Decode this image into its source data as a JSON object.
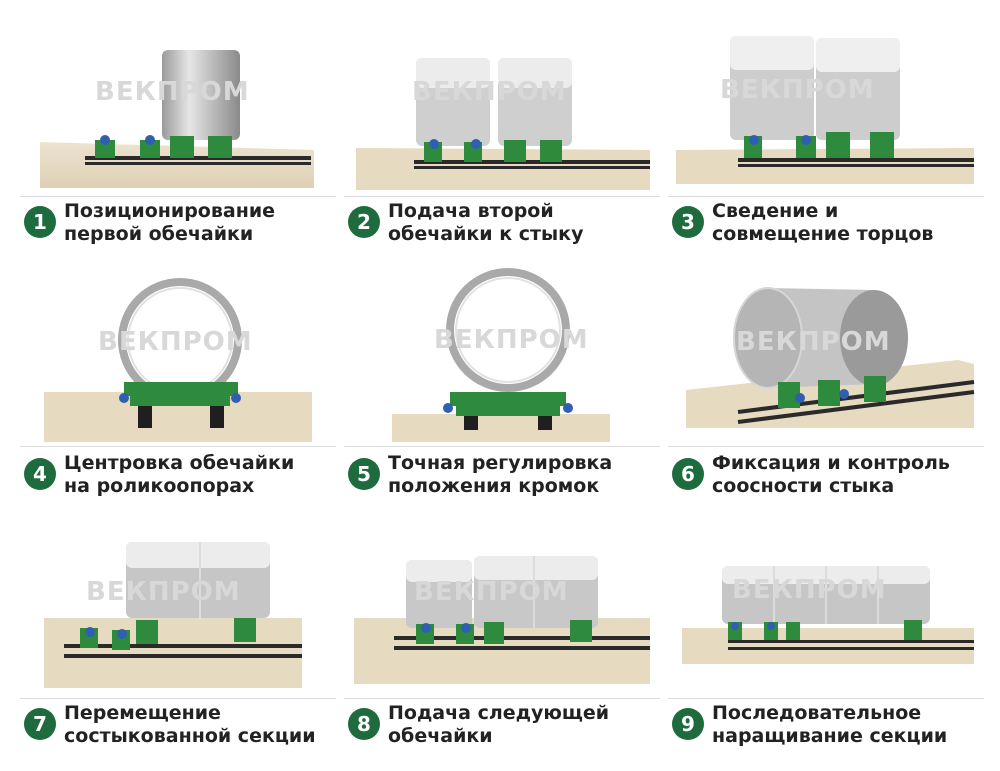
{
  "watermark": "ВЕКПРОМ",
  "colors": {
    "badge": "#1e6b3e",
    "text": "#222222",
    "floor": "#e8dcc4",
    "rail": "#2a2a2a",
    "roller": "#2e8b3e",
    "pipe": "#c8c8c8"
  },
  "steps": [
    {
      "number": "1",
      "line1": "Позиционирование",
      "line2": "первой обечайки"
    },
    {
      "number": "2",
      "line1": "Подача второй",
      "line2": "обечайки к стыку"
    },
    {
      "number": "3",
      "line1": "Сведение и",
      "line2": "совмещение торцов"
    },
    {
      "number": "4",
      "line1": "Центровка обечайки",
      "line2": "на роликоопорах"
    },
    {
      "number": "5",
      "line1": "Точная регулировка",
      "line2": "положения кромок"
    },
    {
      "number": "6",
      "line1": "Фиксация и контроль",
      "line2": "соосности стыка"
    },
    {
      "number": "7",
      "line1": "Перемещение",
      "line2": "состыкованной секции"
    },
    {
      "number": "8",
      "line1": "Подача следующей",
      "line2": "обечайки"
    },
    {
      "number": "9",
      "line1": "Последовательное",
      "line2": "наращивание секции"
    }
  ]
}
